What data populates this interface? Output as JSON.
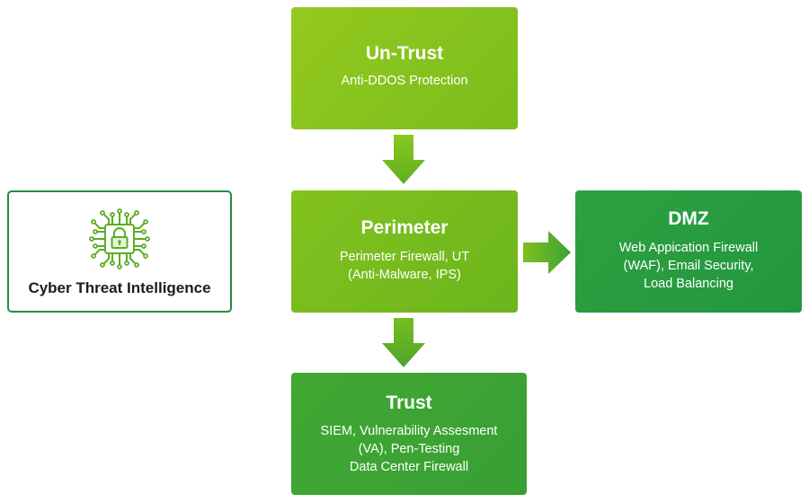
{
  "nodes": {
    "untrust": {
      "title": "Un-Trust",
      "lines": [
        "Anti-DDOS Protection"
      ]
    },
    "perimeter": {
      "title": "Perimeter",
      "lines": [
        "Perimeter Firewall, UT",
        "(Anti-Malware, IPS)"
      ]
    },
    "dmz": {
      "title": "DMZ",
      "lines": [
        "Web Appication Firewall",
        "(WAF), Email Security,",
        "Load Balancing"
      ]
    },
    "trust": {
      "title": "Trust",
      "lines": [
        "SIEM, Vulnerability Assesment",
        "(VA), Pen-Testing",
        "Data Center Firewall"
      ]
    },
    "cti": {
      "label": "Cyber Threat Intelligence",
      "icon": "circuit-lock-icon"
    }
  },
  "colors": {
    "untrust": "#86c31e",
    "perimeter": "#74b91d",
    "dmz": "#25993f",
    "trust": "#3da434",
    "cti_border": "#2a8a3c",
    "arrow": "#6ab31d"
  }
}
